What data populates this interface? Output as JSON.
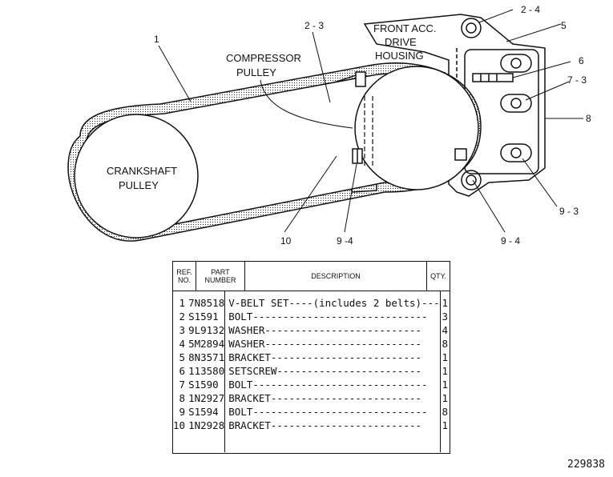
{
  "figure": {
    "labels": {
      "crankshaft_pulley": [
        "CRANKSHAFT",
        "PULLEY"
      ],
      "compressor_pulley": [
        "COMPRESSOR",
        "PULLEY"
      ],
      "front_housing": [
        "FRONT ACC.",
        "DRIVE",
        "HOUSING"
      ]
    },
    "callouts": [
      "1",
      "2 - 3",
      "2 - 4",
      "5",
      "6",
      "7 - 3",
      "8",
      "9 - 3",
      "9 - 4",
      "10",
      "9 -4"
    ],
    "figure_number": "229838"
  },
  "table": {
    "headers": {
      "ref": [
        "REF.",
        "NO."
      ],
      "part": [
        "PART",
        "NUMBER"
      ],
      "description": "DESCRIPTION",
      "qty": "QTY."
    },
    "rows": [
      {
        "ref": "1",
        "part": "7N8518",
        "desc": "V-BELT SET----(includes 2 belts)---",
        "qty": "1"
      },
      {
        "ref": "2",
        "part": "S1591",
        "desc": "BOLT-----------------------------",
        "qty": "3"
      },
      {
        "ref": "3",
        "part": "9L9132",
        "desc": "WASHER--------------------------",
        "qty": "4"
      },
      {
        "ref": "4",
        "part": "5M2894",
        "desc": "WASHER--------------------------",
        "qty": "8"
      },
      {
        "ref": "5",
        "part": "8N3571",
        "desc": "BRACKET-------------------------",
        "qty": "1"
      },
      {
        "ref": "6",
        "part": "113580",
        "desc": "SETSCREW------------------------",
        "qty": "1"
      },
      {
        "ref": "7",
        "part": "S1590",
        "desc": "BOLT-----------------------------",
        "qty": "1"
      },
      {
        "ref": "8",
        "part": "1N2927",
        "desc": "BRACKET-------------------------",
        "qty": "1"
      },
      {
        "ref": "9",
        "part": "S1594",
        "desc": "BOLT-----------------------------",
        "qty": "8"
      },
      {
        "ref": "10",
        "part": "1N2928",
        "desc": "BRACKET-------------------------",
        "qty": "1"
      }
    ]
  }
}
